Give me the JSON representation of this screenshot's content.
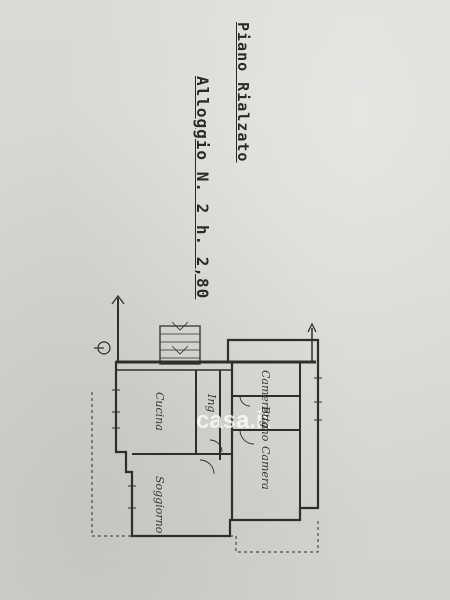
{
  "header": {
    "title": "Piano Rialzato",
    "subtitle": "Alloggio N. 2 h. 2,80"
  },
  "rooms": {
    "cameretta": "Cameretta",
    "bagno": "Bagno",
    "camera": "Camera",
    "cucina": "Cucina",
    "ingresso": "Ing",
    "soggiorno": "Soggiorno"
  },
  "watermark": {
    "text": "casa.it"
  },
  "colors": {
    "paper": "#d7d8d3",
    "ink": "#2e2e2e"
  }
}
